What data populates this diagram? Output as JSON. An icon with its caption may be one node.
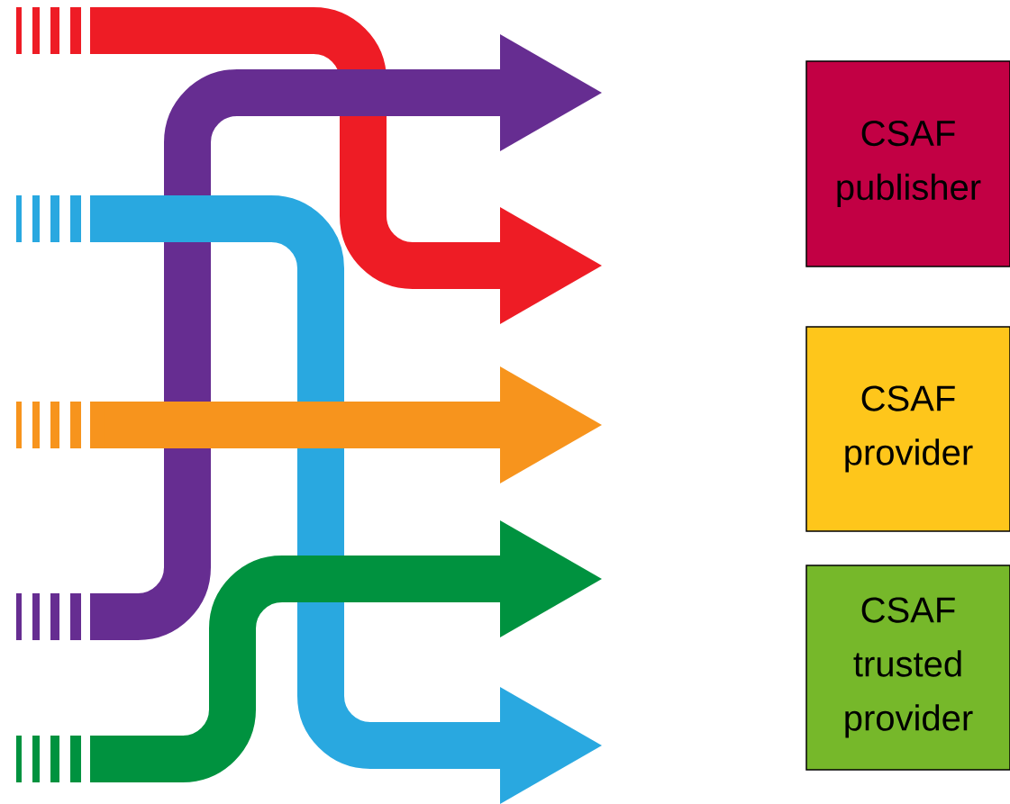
{
  "diagram": {
    "nodes": [
      {
        "text": [
          "CSAF publisher"
        ]
      },
      {
        "text": [
          "CSAF provider"
        ]
      },
      {
        "text": [
          "CSAF trusted provider"
        ]
      }
    ]
  }
}
